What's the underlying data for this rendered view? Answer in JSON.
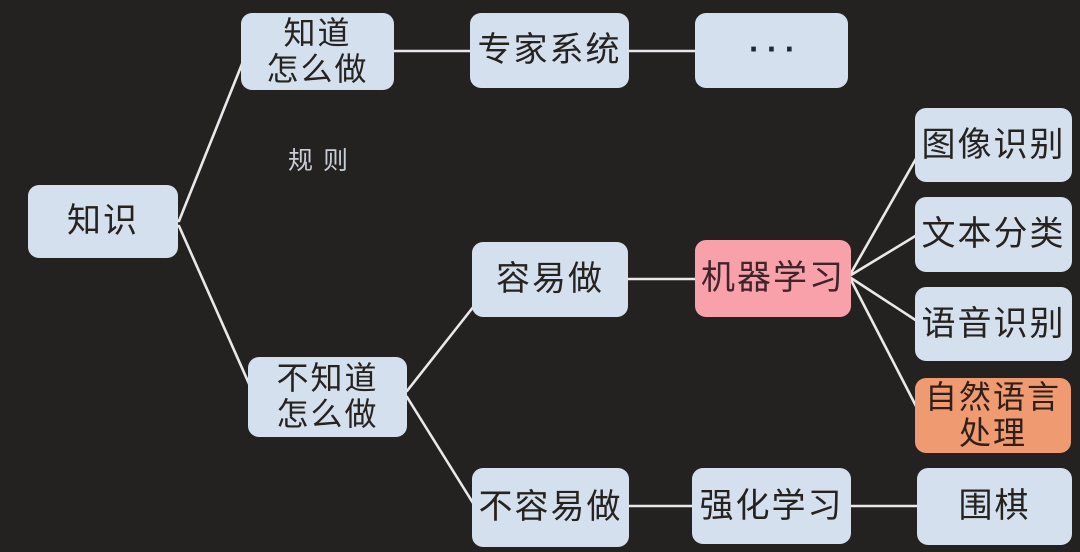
{
  "diagram": {
    "background_color": "#242121",
    "edge_color": "#e9e9eb",
    "colors": {
      "node_default_bg": "#d5e0ee",
      "node_default_text": "#26221f",
      "node_highlight_pink_bg": "#f8a1aa",
      "node_highlight_orange_bg": "#ef9a70"
    },
    "nodes": {
      "knowledge": {
        "label": "知识"
      },
      "know_how": {
        "lines": [
          "知道",
          "怎么做"
        ]
      },
      "expert_system": {
        "label": "专家系统"
      },
      "ellipsis": {
        "label": "···"
      },
      "easy_to_do": {
        "label": "容易做"
      },
      "machine_learning": {
        "label": "机器学习"
      },
      "image_recognition": {
        "label": "图像识别"
      },
      "text_classification": {
        "label": "文本分类"
      },
      "speech_recognition": {
        "label": "语音识别"
      },
      "nlp": {
        "lines": [
          "自然语言",
          "处理"
        ]
      },
      "not_know_how": {
        "lines": [
          "不知道",
          "怎么做"
        ]
      },
      "not_easy_to_do": {
        "label": "不容易做"
      },
      "reinforcement_learning": {
        "label": "强化学习"
      },
      "go_game": {
        "label": "围棋"
      }
    },
    "edge_label": {
      "text": "规则"
    },
    "edges": [
      {
        "from": "knowledge",
        "to": "know_how"
      },
      {
        "from": "knowledge",
        "to": "not_know_how"
      },
      {
        "from": "know_how",
        "to": "expert_system"
      },
      {
        "from": "expert_system",
        "to": "ellipsis"
      },
      {
        "from": "not_know_how",
        "to": "easy_to_do"
      },
      {
        "from": "not_know_how",
        "to": "not_easy_to_do"
      },
      {
        "from": "easy_to_do",
        "to": "machine_learning"
      },
      {
        "from": "machine_learning",
        "to": "image_recognition"
      },
      {
        "from": "machine_learning",
        "to": "text_classification"
      },
      {
        "from": "machine_learning",
        "to": "speech_recognition"
      },
      {
        "from": "machine_learning",
        "to": "nlp"
      },
      {
        "from": "not_easy_to_do",
        "to": "reinforcement_learning"
      },
      {
        "from": "reinforcement_learning",
        "to": "go_game"
      }
    ]
  }
}
